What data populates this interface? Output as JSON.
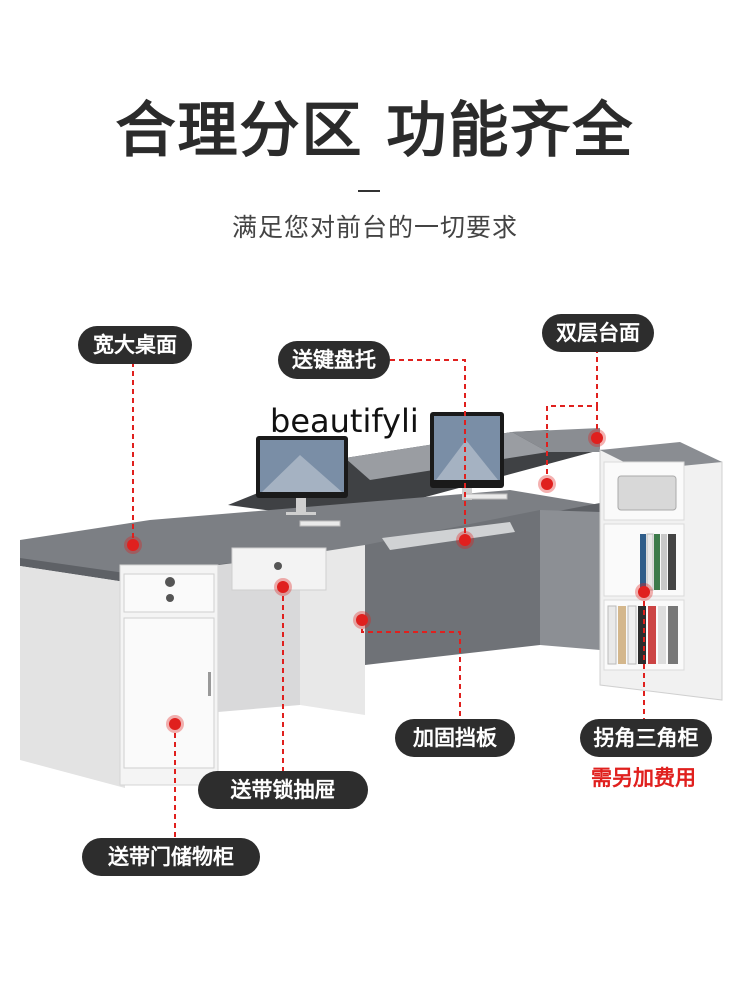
{
  "headline": "合理分区 功能齐全",
  "subline": "满足您对前台的一切要求",
  "watermark": "beautifyli",
  "callouts": {
    "desktop": "宽大桌面",
    "keyboard_tray": "送键盘托",
    "double_counter": "双层台面",
    "reinforcement_panel": "加固挡板",
    "corner_cabinet": "拐角三角柜",
    "corner_cabinet_note": "需另加费用",
    "lock_drawer": "送带锁抽屉",
    "storage_cabinet": "送带门储物柜"
  },
  "colors": {
    "accent_red": "#e0201e",
    "pill_bg": "#2d2d2d",
    "desk_top": "#7c7f84",
    "desk_body": "#f2f2f2"
  }
}
